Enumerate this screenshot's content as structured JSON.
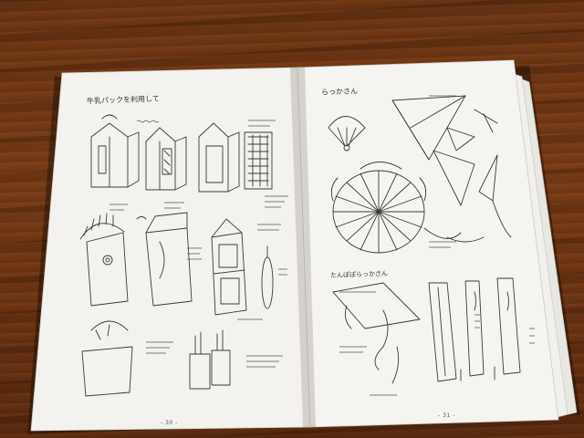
{
  "left_page": {
    "title": "牛乳パックを利用して",
    "page_number": "- 30 -"
  },
  "right_page": {
    "title": "らっかさん",
    "section_title": "たんぽぽらっかさん",
    "page_number": "- 31 -"
  }
}
